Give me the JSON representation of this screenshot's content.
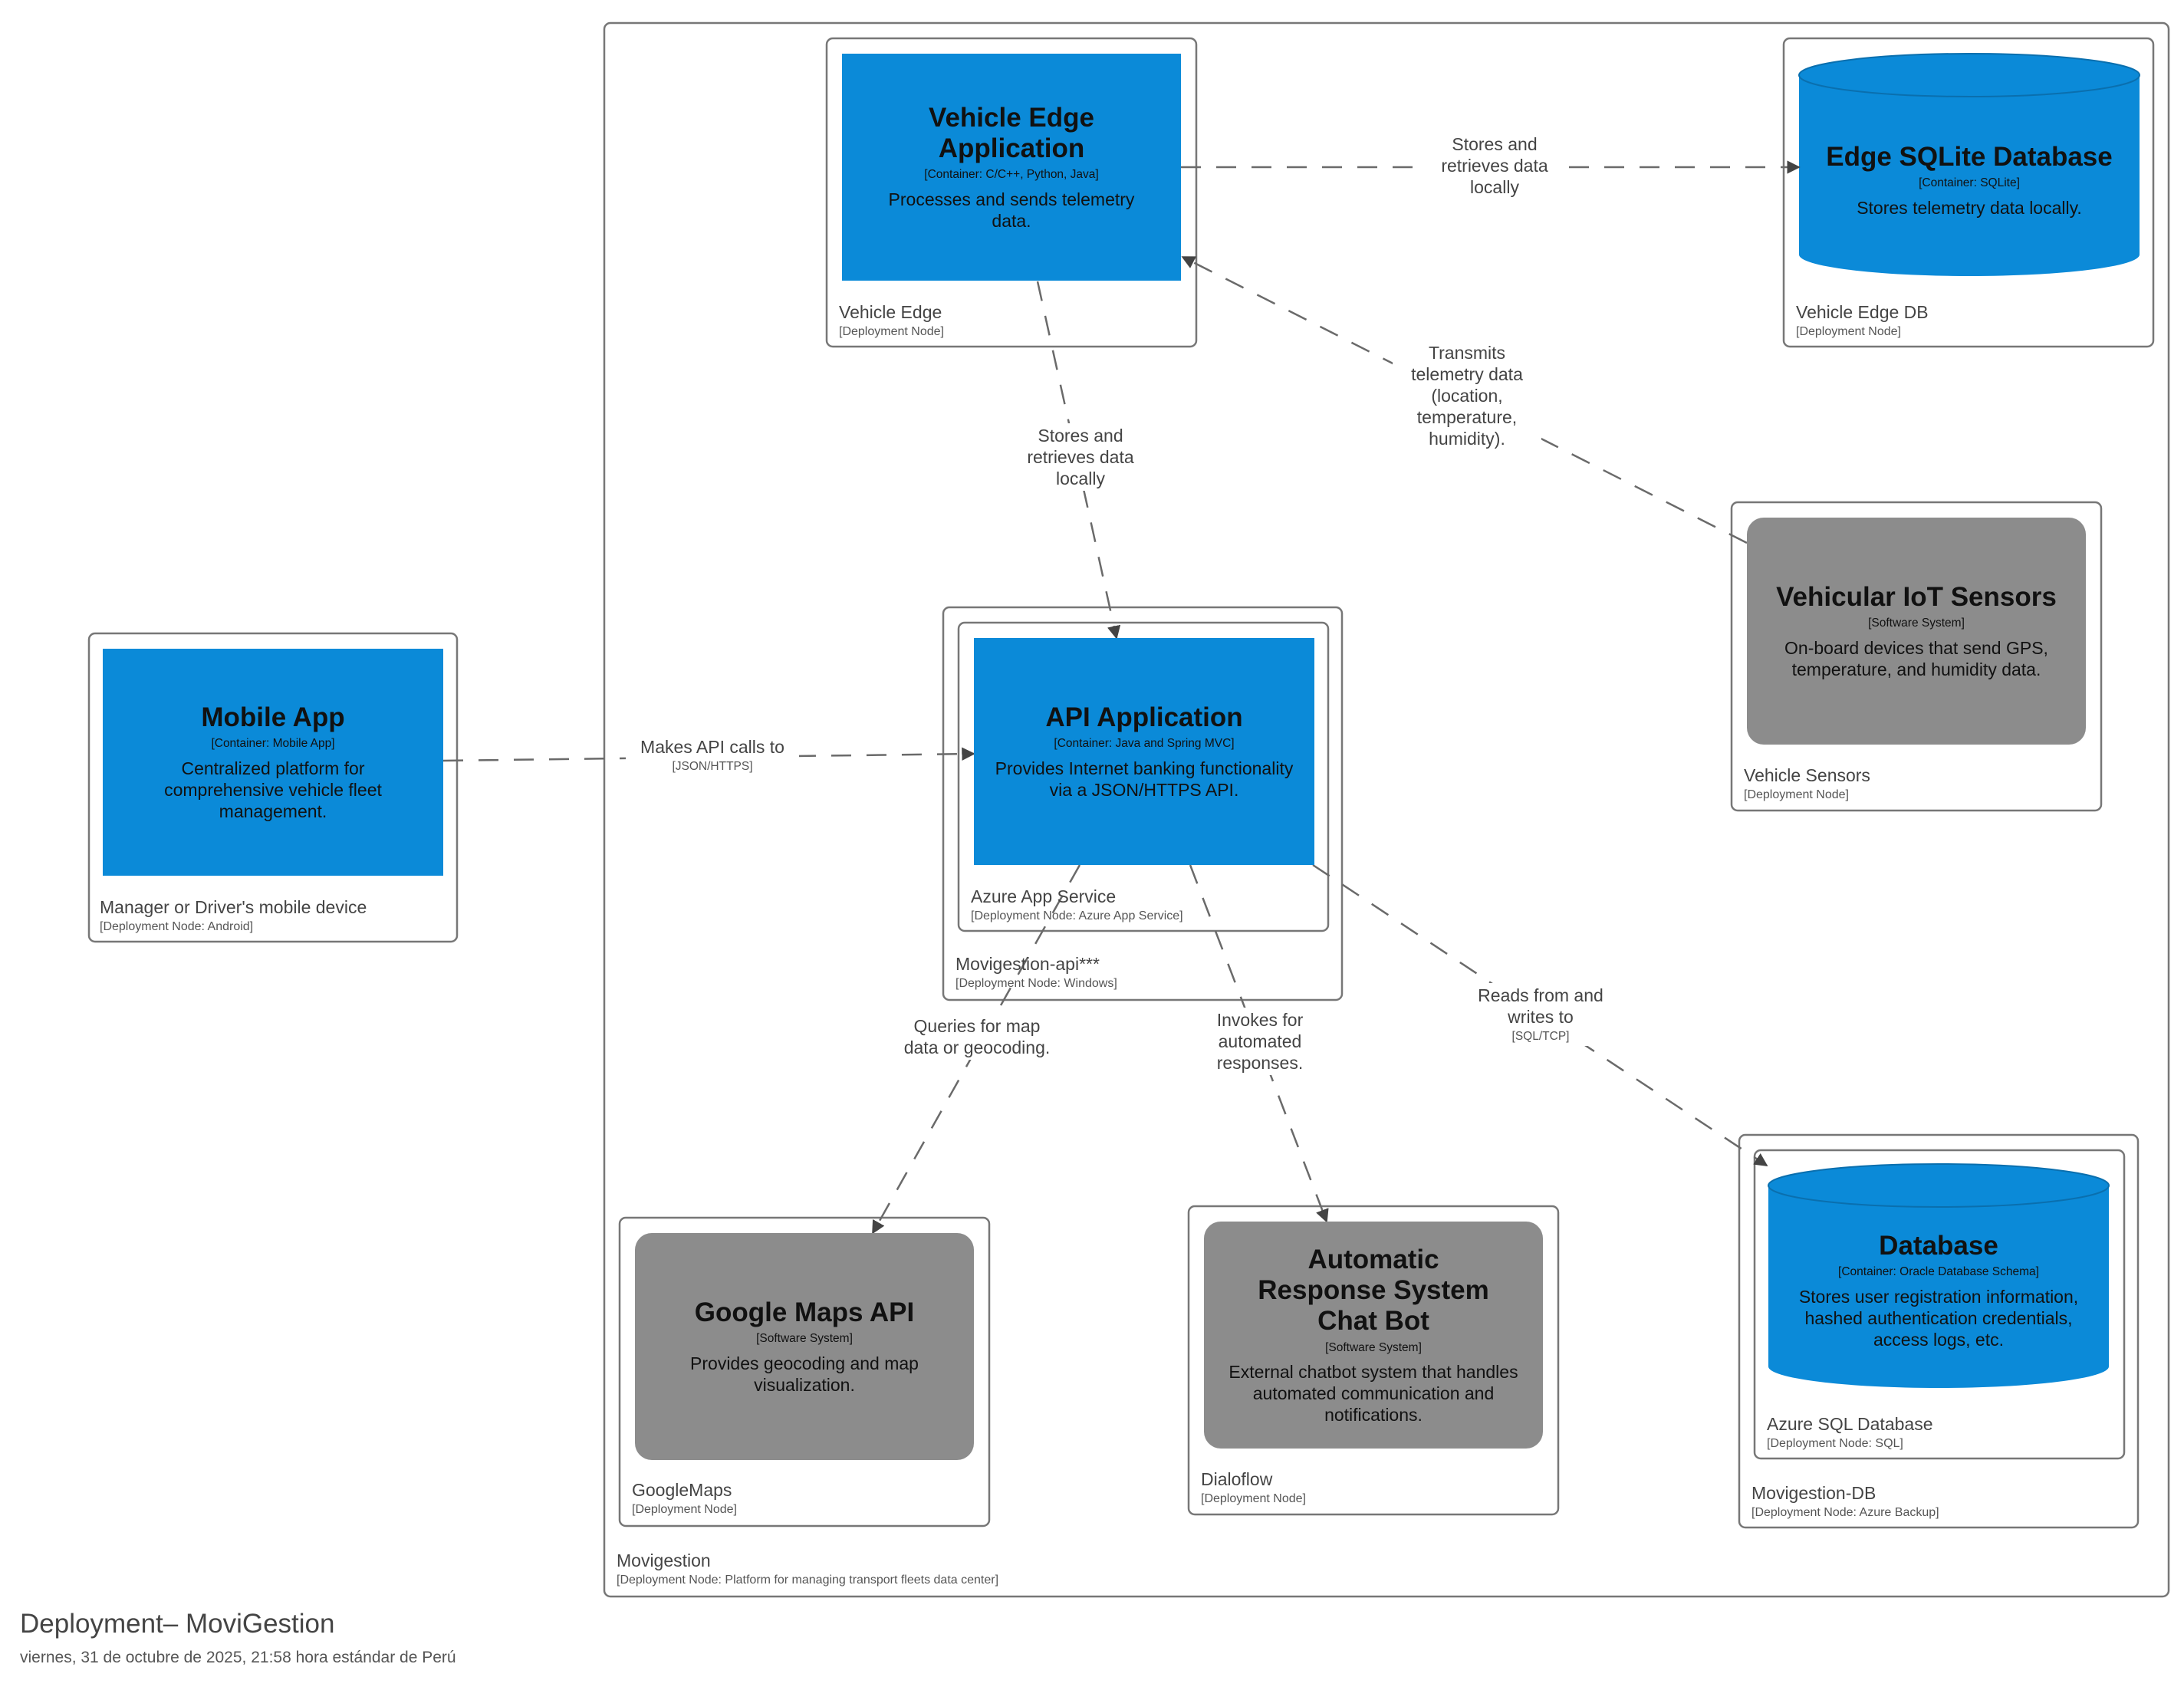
{
  "diagram": {
    "title": "Deployment– MoviGestion",
    "date": "viernes, 31 de octubre de 2025, 21:58 hora estándar de Perú"
  },
  "colors": {
    "container": "#0b8ad8",
    "software_system": "#8c8c8c",
    "node_border": "#777777",
    "edge": "#6a6a6a",
    "text": "#111111"
  },
  "nodes": {
    "movigestion": {
      "label": "Movigestion",
      "type": "[Deployment Node: Platform for managing transport fleets data center]"
    },
    "vehicle_edge": {
      "label": "Vehicle Edge",
      "type": "[Deployment Node]"
    },
    "vehicle_edge_db": {
      "label": "Vehicle Edge DB",
      "type": "[Deployment Node]"
    },
    "vehicle_sensors": {
      "label": "Vehicle Sensors",
      "type": "[Deployment Node]"
    },
    "mobile_device": {
      "label": "Manager or Driver's mobile device",
      "type": "[Deployment Node: Android]"
    },
    "movigestion_api": {
      "label": "Movigestion-api***",
      "type": "[Deployment Node: Windows]"
    },
    "azure_app_service": {
      "label": "Azure App Service",
      "type": "[Deployment Node: Azure App Service]"
    },
    "googlemaps": {
      "label": "GoogleMaps",
      "type": "[Deployment Node]"
    },
    "dialoflow": {
      "label": "Dialoflow",
      "type": "[Deployment Node]"
    },
    "movigestion_db": {
      "label": "Movigestion-DB",
      "type": "[Deployment Node: Azure Backup]"
    },
    "azure_sql": {
      "label": "Azure SQL Database",
      "type": "[Deployment Node: SQL]"
    }
  },
  "elements": {
    "vehicle_edge_app": {
      "title": "Vehicle Edge Application",
      "meta": "[Container: C/C++, Python, Java]",
      "desc": "Processes and sends telemetry data."
    },
    "edge_sqlite_db": {
      "title": "Edge SQLite Database",
      "meta": "[Container: SQLite]",
      "desc": "Stores telemetry data locally."
    },
    "iot_sensors": {
      "title": "Vehicular IoT Sensors",
      "meta": "[Software System]",
      "desc": "On-board devices that send GPS, temperature, and humidity data."
    },
    "mobile_app": {
      "title": "Mobile App",
      "meta": "[Container: Mobile App]",
      "desc": "Centralized platform for comprehensive vehicle fleet management."
    },
    "api_application": {
      "title": "API Application",
      "meta": "[Container: Java and Spring MVC]",
      "desc": "Provides Internet banking functionality via a JSON/HTTPS API."
    },
    "google_maps_api": {
      "title": "Google Maps API",
      "meta": "[Software System]",
      "desc": "Provides geocoding and map visualization."
    },
    "chat_bot": {
      "title": "Automatic Response System Chat Bot",
      "meta": "[Software System]",
      "desc": "External chatbot system that handles automated communication and notifications."
    },
    "database": {
      "title": "Database",
      "meta": "[Container: Oracle Database Schema]",
      "desc": "Stores user registration information, hashed authentication credentials, access logs, etc."
    }
  },
  "edges": {
    "edge_to_sqlite": {
      "label": "Stores and retrieves data locally",
      "tech": ""
    },
    "edge_to_api": {
      "label": "Stores and retrieves data locally",
      "tech": ""
    },
    "sensors_to_edge": {
      "label": "Transmits telemetry data (location, temperature, humidity).",
      "tech": ""
    },
    "mobile_to_api": {
      "label": "Makes API calls to",
      "tech": "[JSON/HTTPS]"
    },
    "api_to_maps": {
      "label": "Queries for map data or geocoding.",
      "tech": ""
    },
    "api_to_bot": {
      "label": "Invokes for automated responses.",
      "tech": ""
    },
    "api_to_db": {
      "label": "Reads from and writes to",
      "tech": "[SQL/TCP]"
    }
  }
}
